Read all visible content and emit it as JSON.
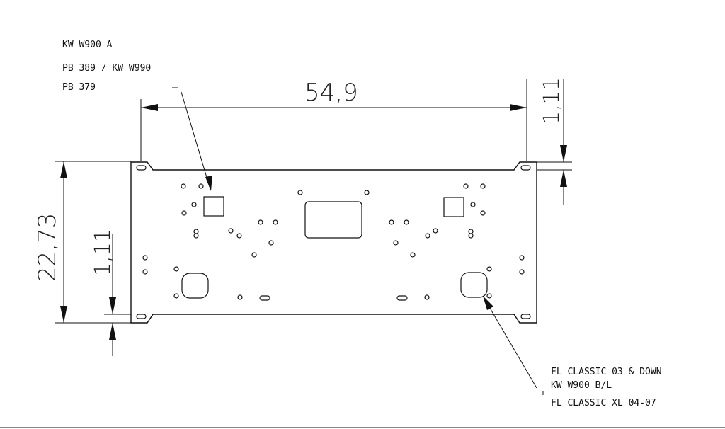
{
  "labels": {
    "top_left_1": "KW W900 A",
    "top_left_2": "PB 389 / KW W990",
    "top_left_3": "PB 379",
    "bottom_right_1": "FL CLASSIC 03 & DOWN",
    "bottom_right_2": "KW W900 B/L",
    "bottom_right_3": "FL CLASSIC XL 04-07"
  },
  "dimensions": {
    "width": "54,9",
    "height": "22,73",
    "tab_top": "1,11",
    "tab_bottom": "1,11"
  }
}
